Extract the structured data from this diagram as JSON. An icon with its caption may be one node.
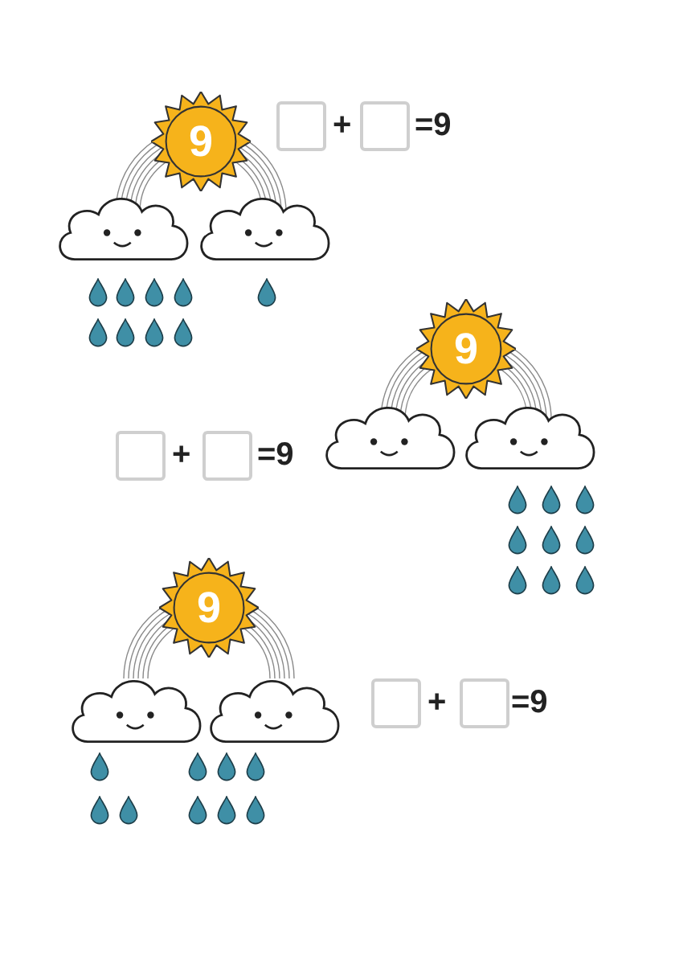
{
  "diagram": {
    "nodes": [
      {
        "text": [
          "9"
        ]
      },
      {
        "text": [],
        "shape": "box"
      },
      {
        "text": [],
        "shape": "box"
      },
      {
        "text": [],
        "shape": "cloud"
      },
      {
        "text": [],
        "shape": "cloud"
      },
      {
        "text": [],
        "shape": "drop"
      },
      {
        "text": [],
        "shape": "drop"
      },
      {
        "text": [],
        "shape": "drop"
      },
      {
        "text": [],
        "shape": "drop"
      },
      {
        "text": [],
        "shape": "drop"
      },
      {
        "text": [],
        "shape": "drop"
      },
      {
        "text": [],
        "shape": "drop"
      },
      {
        "text": [],
        "shape": "drop"
      },
      {
        "text": [],
        "shape": "drop"
      },
      {
        "text": [
          "9"
        ]
      },
      {
        "text": [],
        "shape": "box"
      },
      {
        "text": [],
        "shape": "box"
      },
      {
        "text": [],
        "shape": "cloud"
      },
      {
        "text": [],
        "shape": "cloud"
      },
      {
        "text": [],
        "shape": "drop"
      },
      {
        "text": [],
        "shape": "drop"
      },
      {
        "text": [],
        "shape": "drop"
      },
      {
        "text": [],
        "shape": "drop"
      },
      {
        "text": [],
        "shape": "drop"
      },
      {
        "text": [],
        "shape": "drop"
      },
      {
        "text": [],
        "shape": "drop"
      },
      {
        "text": [],
        "shape": "drop"
      },
      {
        "text": [],
        "shape": "drop"
      },
      {
        "text": [
          "9"
        ]
      },
      {
        "text": [],
        "shape": "cloud"
      },
      {
        "text": [],
        "shape": "cloud"
      },
      {
        "text": [],
        "shape": "box"
      },
      {
        "text": [],
        "shape": "box"
      },
      {
        "text": [],
        "shape": "drop"
      },
      {
        "text": [],
        "shape": "drop"
      },
      {
        "text": [],
        "shape": "drop"
      },
      {
        "text": [],
        "shape": "drop"
      },
      {
        "text": [],
        "shape": "drop"
      },
      {
        "text": [],
        "shape": "drop"
      },
      {
        "text": [],
        "shape": "drop"
      },
      {
        "text": [],
        "shape": "drop"
      },
      {
        "text": [],
        "shape": "drop"
      }
    ],
    "labels": [
      "+",
      "=9",
      "+",
      "=9",
      "+",
      "=9"
    ]
  }
}
